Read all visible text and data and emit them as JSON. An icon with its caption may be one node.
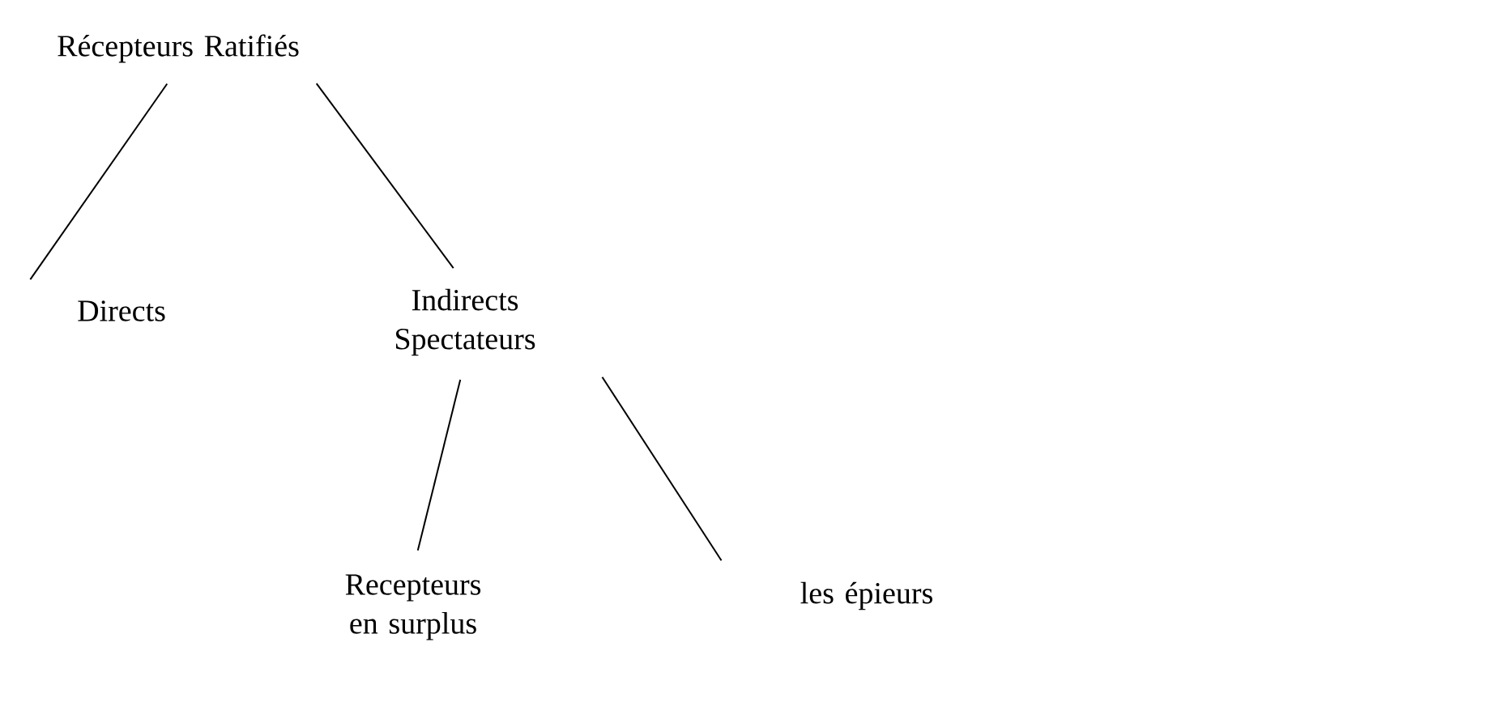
{
  "diagram": {
    "nodes": [
      {
        "text": [
          "Récepteurs Ratifiés"
        ]
      },
      {
        "text": [
          "Directs"
        ]
      },
      {
        "text": [
          "Indirects Spectateurs"
        ]
      },
      {
        "text": [
          "Recepteurs en surplus"
        ]
      },
      {
        "text": [
          "les épieurs"
        ]
      }
    ],
    "edges": [
      {
        "from": 0,
        "to": 1,
        "arrow": "none"
      },
      {
        "from": 0,
        "to": 2,
        "arrow": "none"
      },
      {
        "from": 2,
        "to": 3,
        "arrow": "none"
      },
      {
        "from": 2,
        "to": 4,
        "arrow": "none"
      }
    ]
  }
}
